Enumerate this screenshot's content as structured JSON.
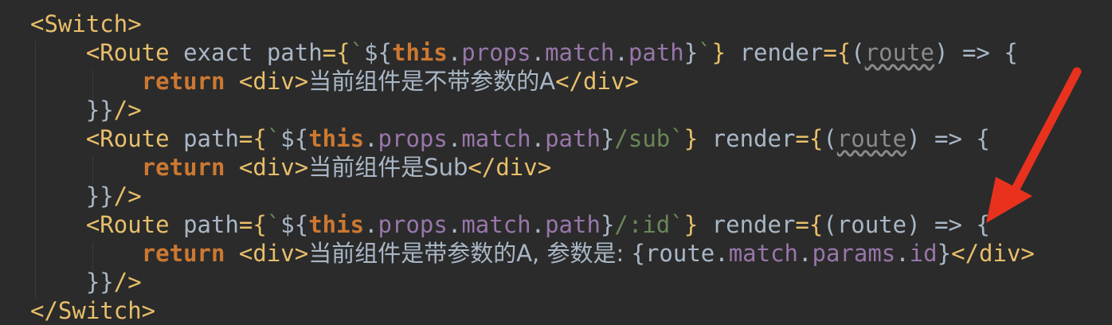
{
  "lines": [
    {
      "indent": "",
      "tokens": [
        {
          "c": "tag",
          "t": "<Switch>"
        }
      ]
    },
    {
      "indent": "    ",
      "tokens": [
        {
          "c": "tag",
          "t": "<Route "
        },
        {
          "c": "txt",
          "t": "exact path"
        },
        {
          "c": "tag",
          "t": "={"
        },
        {
          "c": "str",
          "t": "`"
        },
        {
          "c": "txt",
          "t": "${"
        },
        {
          "c": "kw",
          "t": "this"
        },
        {
          "c": "txt",
          "t": "."
        },
        {
          "c": "prop",
          "t": "props"
        },
        {
          "c": "txt",
          "t": "."
        },
        {
          "c": "prop",
          "t": "match"
        },
        {
          "c": "txt",
          "t": "."
        },
        {
          "c": "prop",
          "t": "path"
        },
        {
          "c": "txt",
          "t": "}"
        },
        {
          "c": "str",
          "t": "`"
        },
        {
          "c": "tag",
          "t": "}"
        },
        {
          "c": "txt",
          "t": " render"
        },
        {
          "c": "tag",
          "t": "={"
        },
        {
          "c": "txt",
          "t": "("
        },
        {
          "c": "warn",
          "t": "route"
        },
        {
          "c": "txt",
          "t": ") => {"
        }
      ]
    },
    {
      "indent": "        ",
      "tokens": [
        {
          "c": "kw",
          "t": "return "
        },
        {
          "c": "tag",
          "t": "<div>"
        },
        {
          "c": "cjk",
          "t": "当前组件是不带参数的A"
        },
        {
          "c": "tag",
          "t": "</div>"
        }
      ]
    },
    {
      "indent": "    ",
      "tokens": [
        {
          "c": "txt",
          "t": "}}"
        },
        {
          "c": "tag",
          "t": "/>"
        }
      ]
    },
    {
      "indent": "    ",
      "tokens": [
        {
          "c": "tag",
          "t": "<Route "
        },
        {
          "c": "txt",
          "t": "path"
        },
        {
          "c": "tag",
          "t": "={"
        },
        {
          "c": "str",
          "t": "`"
        },
        {
          "c": "txt",
          "t": "${"
        },
        {
          "c": "kw",
          "t": "this"
        },
        {
          "c": "txt",
          "t": "."
        },
        {
          "c": "prop",
          "t": "props"
        },
        {
          "c": "txt",
          "t": "."
        },
        {
          "c": "prop",
          "t": "match"
        },
        {
          "c": "txt",
          "t": "."
        },
        {
          "c": "prop",
          "t": "path"
        },
        {
          "c": "txt",
          "t": "}"
        },
        {
          "c": "str",
          "t": "/sub`"
        },
        {
          "c": "tag",
          "t": "}"
        },
        {
          "c": "txt",
          "t": " render"
        },
        {
          "c": "tag",
          "t": "={"
        },
        {
          "c": "txt",
          "t": "("
        },
        {
          "c": "warn",
          "t": "route"
        },
        {
          "c": "txt",
          "t": ") => {"
        }
      ]
    },
    {
      "indent": "        ",
      "tokens": [
        {
          "c": "kw",
          "t": "return "
        },
        {
          "c": "tag",
          "t": "<div>"
        },
        {
          "c": "cjk",
          "t": "当前组件是Sub"
        },
        {
          "c": "tag",
          "t": "</div>"
        }
      ]
    },
    {
      "indent": "    ",
      "tokens": [
        {
          "c": "txt",
          "t": "}}"
        },
        {
          "c": "tag",
          "t": "/>"
        }
      ]
    },
    {
      "indent": "    ",
      "tokens": [
        {
          "c": "tag",
          "t": "<Route "
        },
        {
          "c": "txt",
          "t": "path"
        },
        {
          "c": "tag",
          "t": "={"
        },
        {
          "c": "str",
          "t": "`"
        },
        {
          "c": "txt",
          "t": "${"
        },
        {
          "c": "kw",
          "t": "this"
        },
        {
          "c": "txt",
          "t": "."
        },
        {
          "c": "prop",
          "t": "props"
        },
        {
          "c": "txt",
          "t": "."
        },
        {
          "c": "prop",
          "t": "match"
        },
        {
          "c": "txt",
          "t": "."
        },
        {
          "c": "prop",
          "t": "path"
        },
        {
          "c": "txt",
          "t": "}"
        },
        {
          "c": "str",
          "t": "/:id`"
        },
        {
          "c": "tag",
          "t": "}"
        },
        {
          "c": "txt",
          "t": " render"
        },
        {
          "c": "tag",
          "t": "={"
        },
        {
          "c": "txt",
          "t": "(route) => {"
        }
      ]
    },
    {
      "indent": "        ",
      "tokens": [
        {
          "c": "kw",
          "t": "return "
        },
        {
          "c": "tag",
          "t": "<div>"
        },
        {
          "c": "cjk",
          "t": "当前组件是带参数的A, 参数是: "
        },
        {
          "c": "txt",
          "t": "{route."
        },
        {
          "c": "prop",
          "t": "match"
        },
        {
          "c": "txt",
          "t": "."
        },
        {
          "c": "prop",
          "t": "params"
        },
        {
          "c": "txt",
          "t": "."
        },
        {
          "c": "prop",
          "t": "id"
        },
        {
          "c": "txt",
          "t": "}"
        },
        {
          "c": "tag",
          "t": "</div>"
        }
      ]
    },
    {
      "indent": "    ",
      "tokens": [
        {
          "c": "txt",
          "t": "}}"
        },
        {
          "c": "tag",
          "t": "/>"
        }
      ]
    },
    {
      "indent": "",
      "tokens": [
        {
          "c": "tag",
          "t": "</Switch>"
        }
      ]
    }
  ],
  "colors": {
    "background": "#2b2b2b",
    "tag": "#e8bf6a",
    "keyword": "#cc7832",
    "property": "#9876aa",
    "string": "#6a8759",
    "text": "#a9b7c6",
    "annotation_arrow": "#e8321e"
  },
  "annotation": {
    "icon": "red-arrow-icon"
  }
}
